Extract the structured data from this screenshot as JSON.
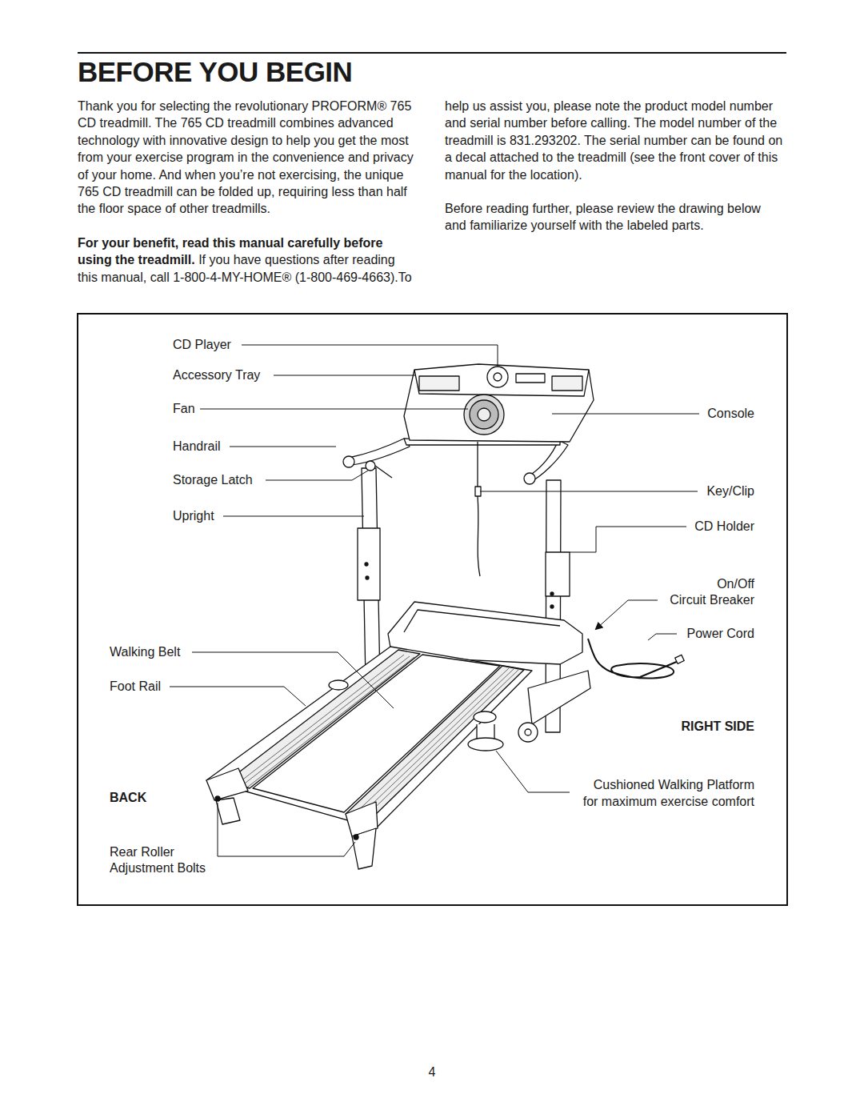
{
  "diagram": {
    "title": "BEFORE YOU BEGIN",
    "labels": [
      "Thank you for selecting the revolutionary PROFORM® 765 CD treadmill. The 765 CD treadmill combines advanced technology with innovative design to help you get the most from your exercise program in the convenience and privacy of your home. And when you’re not exercising, the unique 765 CD treadmill can be folded up, requiring less than half the floor space of other treadmills.",
      "For your benefit, read this manual carefully before using the treadmill.",
      "If you have questions after reading this manual, call 1-800-4-MY-HOME® (1-800-469-4663).To help us assist you, please note the product model number and serial number before calling. The model number of the treadmill is 831.293202. The serial number can be found on a decal attached to the treadmill (see the front cover of this manual for the location).",
      "Before reading further, please review the drawing below and familiarize yourself with the labeled parts.",
      "CD Player",
      "Accessory Tray",
      "Fan",
      "Handrail",
      "Storage Latch",
      "Upright",
      "Console",
      "Key/Clip",
      "CD Holder",
      "On/Off",
      "Circuit Breaker",
      "Power Cord",
      "Walking Belt",
      "Foot Rail",
      "RIGHT SIDE",
      "Cushioned Walking Platform",
      "for maximum exercise comfort",
      "BACK",
      "Rear Roller Adjustment Bolts",
      "4"
    ]
  }
}
